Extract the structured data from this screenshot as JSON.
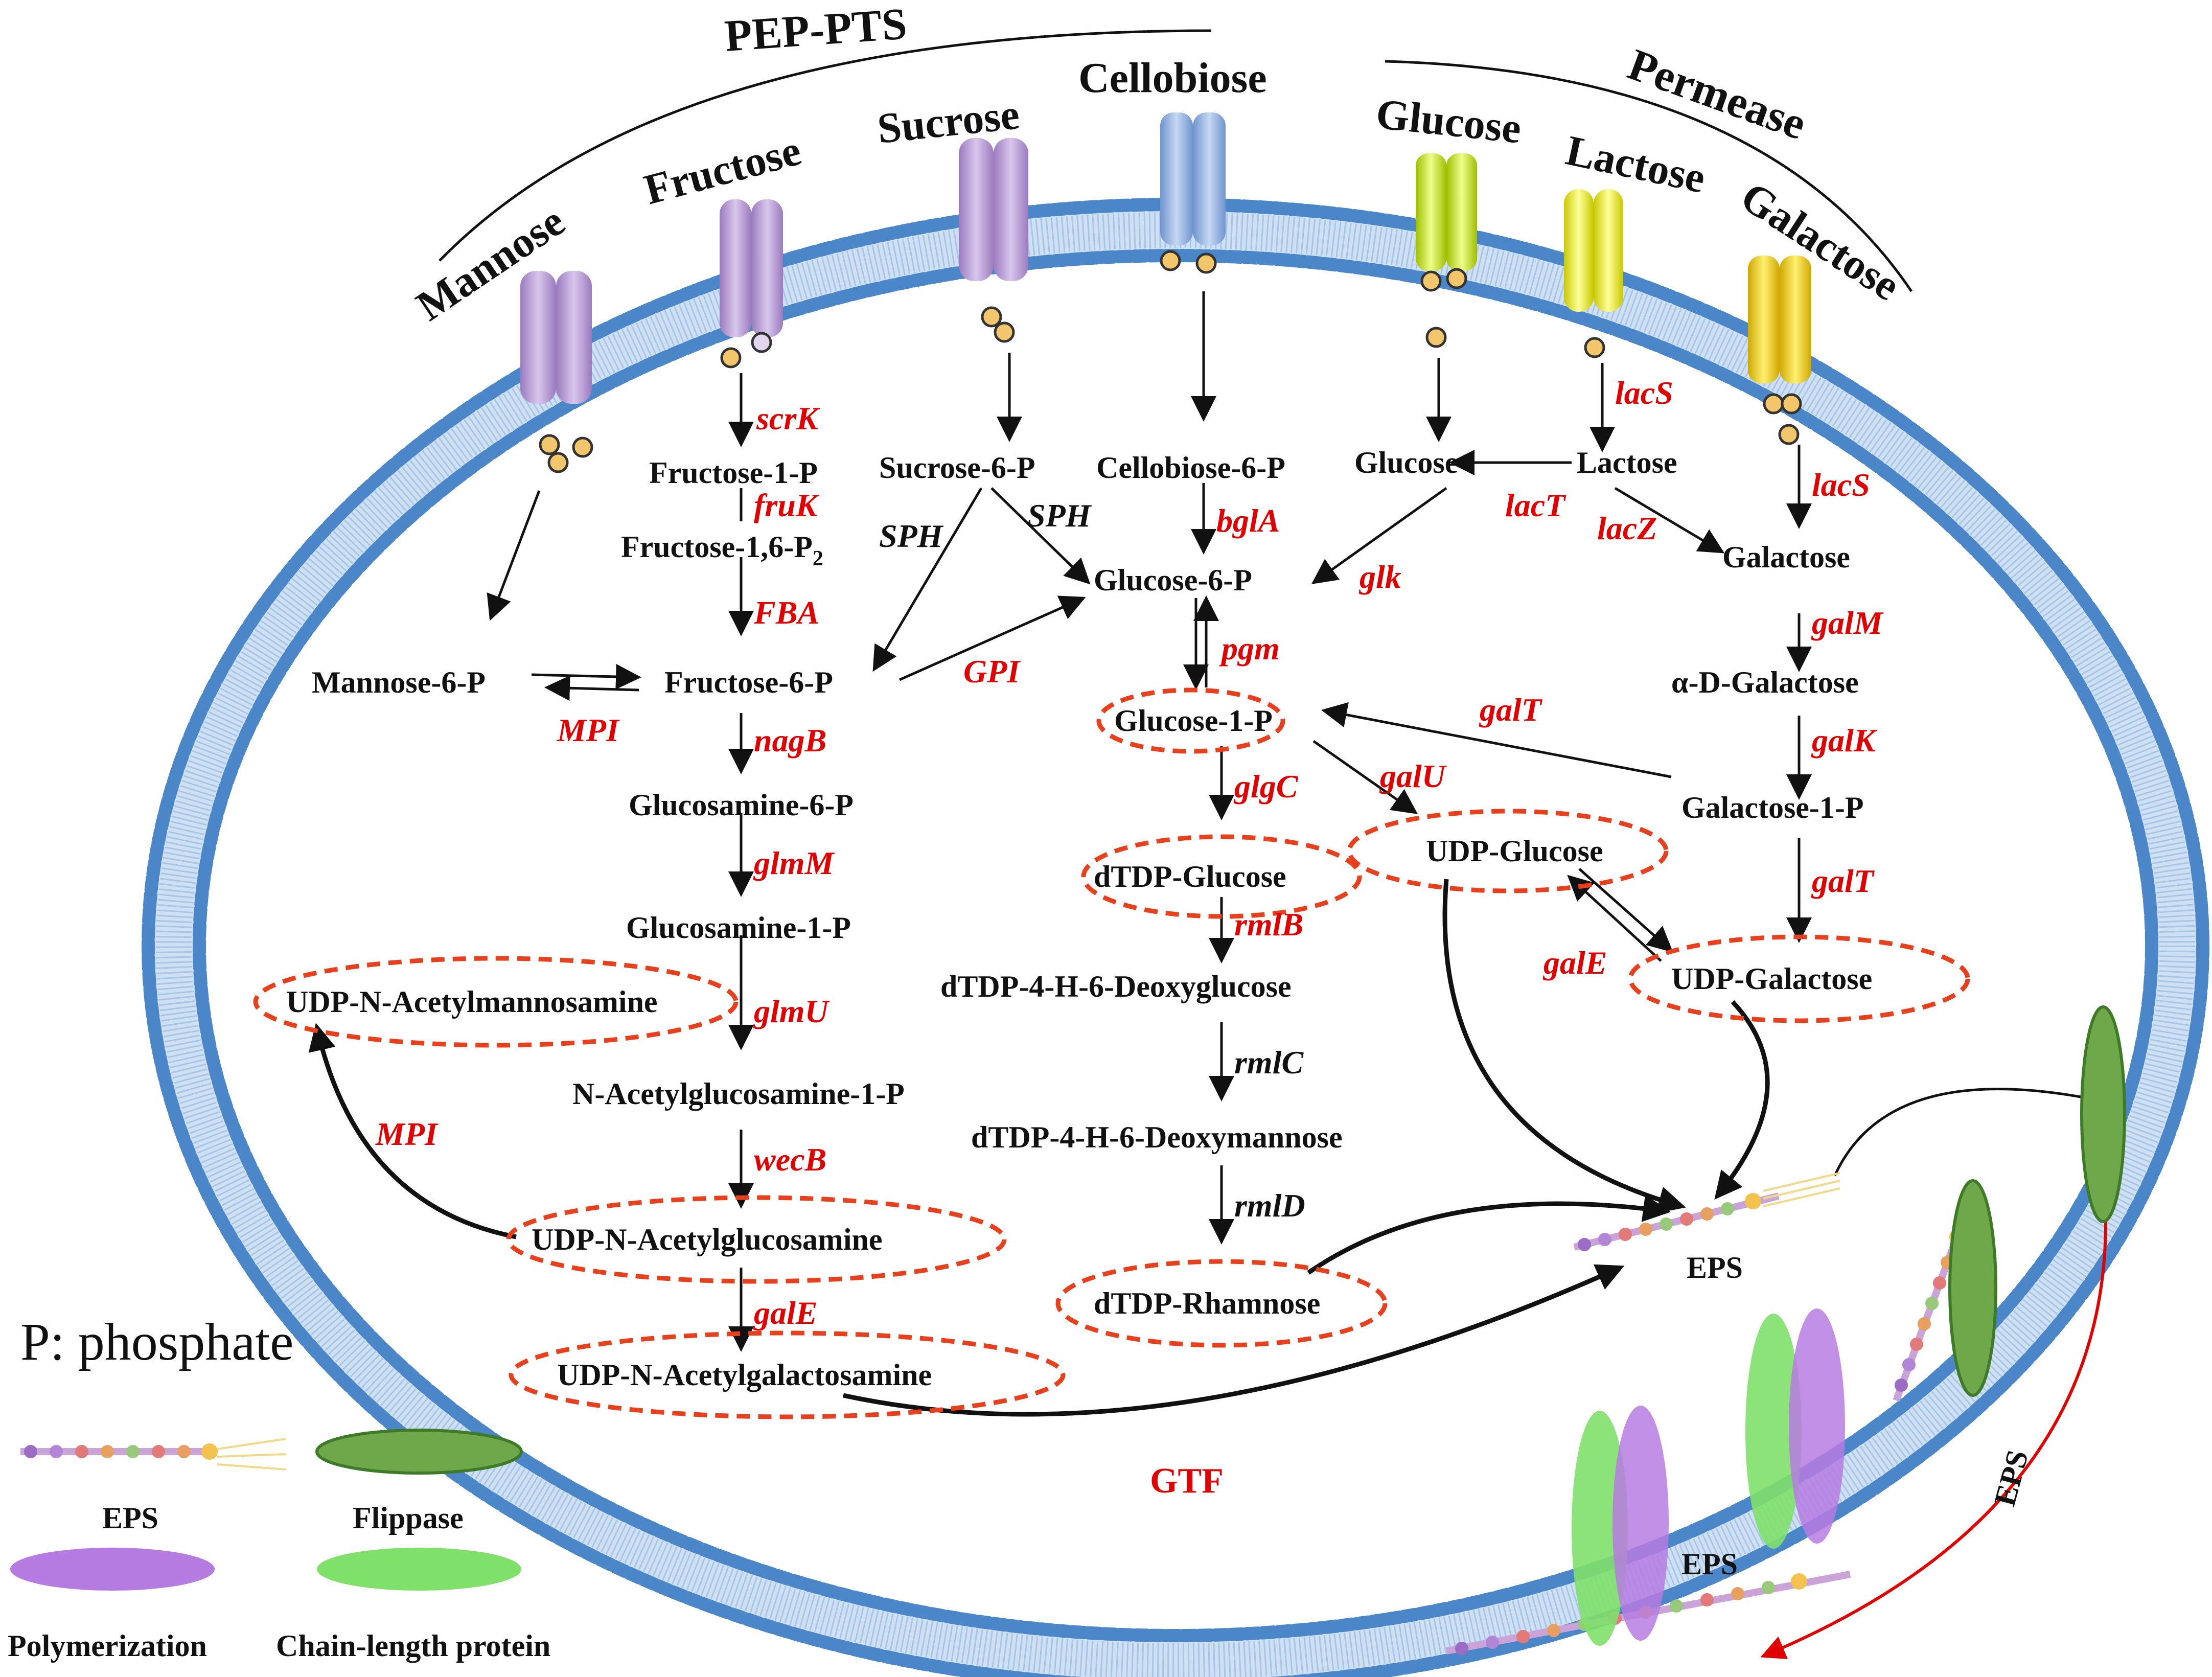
{
  "groups": {
    "pep_pts": "PEP-PTS",
    "permease": "Permease"
  },
  "sugars": {
    "mannose": "Mannose",
    "fructose": "Fructose",
    "sucrose": "Sucrose",
    "cellobiose": "Cellobiose",
    "glucose": "Glucose",
    "lactose": "Lactose",
    "galactose": "Galactose"
  },
  "metabolites": {
    "fructose_1_p": "Fructose-1-P",
    "fructose_16_p2": "Fructose-1,6-P",
    "fructose_16_sub": "2",
    "sucrose_6_p": "Sucrose-6-P",
    "cellobiose_6_p": "Cellobiose-6-P",
    "glucose": "Glucose",
    "lactose": "Lactose",
    "galactose": "Galactose",
    "glucose_6_p": "Glucose-6-P",
    "mannose_6_p": "Mannose-6-P",
    "fructose_6_p": "Fructose-6-P",
    "alpha_d_galactose": "α-D-Galactose",
    "glucose_1_p": "Glucose-1-P",
    "galactose_1_p": "Galactose-1-P",
    "glucosamine_6_p": "Glucosamine-6-P",
    "dtdp_glucose": "dTDP-Glucose",
    "udp_glucose": "UDP-Glucose",
    "glucosamine_1_p": "Glucosamine-1-P",
    "udp_galactose": "UDP-Galactose",
    "dtdp_4h6_deoxyglucose": "dTDP-4-H-6-Deoxyglucose",
    "udp_n_acetylmannosamine": "UDP-N-Acetylmannosamine",
    "n_acetylglucosamine_1_p": "N-Acetylglucosamine-1-P",
    "dtdp_4h6_deoxymannose": "dTDP-4-H-6-Deoxymannose",
    "udp_n_acetylglucosamine": "UDP-N-Acetylglucosamine",
    "dtdp_rhamnose": "dTDP-Rhamnose",
    "udp_n_acetylgalactosamine": "UDP-N-Acetylgalactosamine",
    "eps": "EPS"
  },
  "enzymes": {
    "scrK": "scrK",
    "fruK": "fruK",
    "SPH_left": "SPH",
    "SPH_right": "SPH",
    "FBA": "FBA",
    "bglA": "bglA",
    "lacS_top": "lacS",
    "lacT": "lacT",
    "lacZ": "lacZ",
    "glk": "glk",
    "lacS_right": "lacS",
    "MPI_top": "MPI",
    "GPI": "GPI",
    "pgm": "pgm",
    "galM": "galM",
    "galT_top": "galT",
    "nagB": "nagB",
    "galU": "galU",
    "galK": "galK",
    "glgC": "glgC",
    "glmM": "glmM",
    "galT_right": "galT",
    "rmlB": "rmlB",
    "galE_right": "galE",
    "glmU": "glmU",
    "rmlC": "rmlC",
    "MPI_left": "MPI",
    "wecB": "wecB",
    "rmlD": "rmlD",
    "galE_bottom": "galE",
    "GTF": "GTF"
  },
  "outside_labels": {
    "eps_membrane": "EPS",
    "eps_exported": "EPS"
  },
  "legend": {
    "phosphate": "P: phosphate",
    "eps": "EPS",
    "flippase": "Flippase",
    "polymerization": "Polymerization",
    "chain_length": "Chain-length protein"
  },
  "colors": {
    "membrane_head": "#4a86c8",
    "membrane_tail": "#9fc0e3",
    "enzyme_red": "#e00000",
    "oval_dash": "#e8401c",
    "pts_transporter": "#b79ad3",
    "cellobiose_transporter": "#8fb0df",
    "permease_glucose": "#c8e600",
    "permease_lactose": "#e8f000",
    "permease_galactose": "#f0d000",
    "flippase": "#6fa84a",
    "polymerization": "#b67be0",
    "chain_length": "#7fe06a"
  }
}
